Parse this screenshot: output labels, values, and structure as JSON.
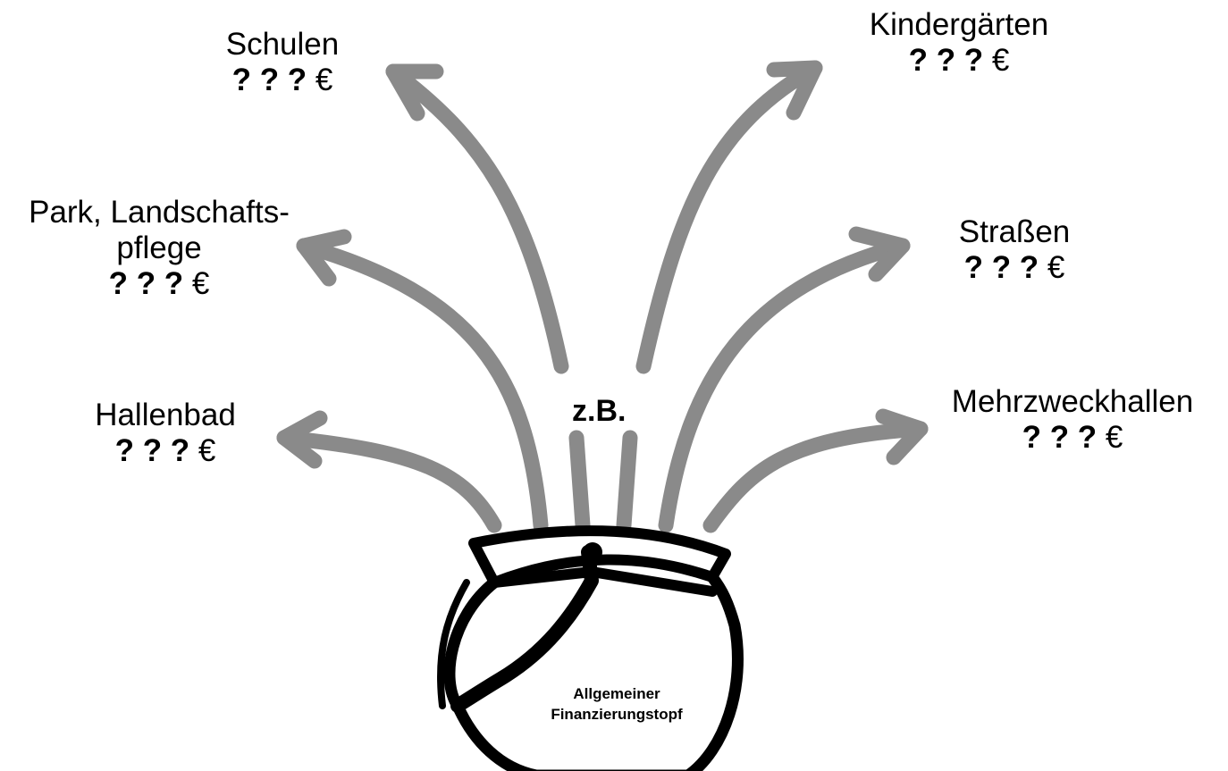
{
  "center_label": "z.B.",
  "pot_label": [
    "Allgemeiner",
    "Finanzierungstopf"
  ],
  "amount_marks": "? ? ?",
  "currency": "€",
  "colors": {
    "arrow": "#8a8a8a",
    "pot": "#000000",
    "text": "#000000"
  },
  "items": [
    {
      "id": "schulen",
      "label_lines": [
        "Schulen"
      ]
    },
    {
      "id": "park",
      "label_lines": [
        "Park, Landschafts-",
        "pflege"
      ]
    },
    {
      "id": "hallenbad",
      "label_lines": [
        "Hallenbad"
      ]
    },
    {
      "id": "kindergaerten",
      "label_lines": [
        "Kindergärten"
      ]
    },
    {
      "id": "strassen",
      "label_lines": [
        "Straßen"
      ]
    },
    {
      "id": "mehrzweckhallen",
      "label_lines": [
        "Mehrzweckhallen"
      ]
    }
  ]
}
